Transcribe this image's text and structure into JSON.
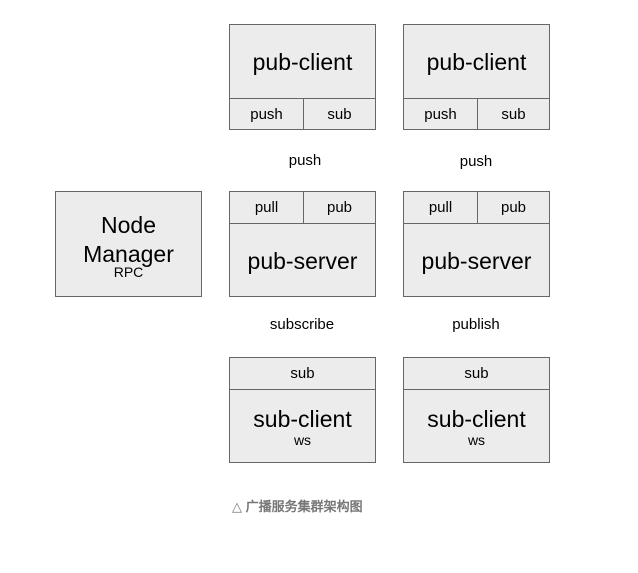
{
  "nodes": {
    "pub_client_1": {
      "title": "pub-client",
      "port_left": "push",
      "port_right": "sub"
    },
    "pub_client_2": {
      "title": "pub-client",
      "port_left": "push",
      "port_right": "sub"
    },
    "node_manager": {
      "title_line1": "Node",
      "title_line2": "Manager",
      "subtitle": "RPC"
    },
    "pub_server_1": {
      "title": "pub-server",
      "port_left": "pull",
      "port_right": "pub"
    },
    "pub_server_2": {
      "title": "pub-server",
      "port_left": "pull",
      "port_right": "pub"
    },
    "sub_client_1": {
      "title": "sub-client",
      "port": "sub",
      "subtitle": "ws"
    },
    "sub_client_2": {
      "title": "sub-client",
      "port": "sub",
      "subtitle": "ws"
    }
  },
  "edges": {
    "push_1": "push",
    "push_2": "push",
    "subscribe": "subscribe",
    "publish": "publish"
  },
  "caption": "△ 广播服务集群架构图",
  "colors": {
    "box_fill": "#ececec",
    "box_border": "#666666",
    "caption_text": "#777777"
  }
}
